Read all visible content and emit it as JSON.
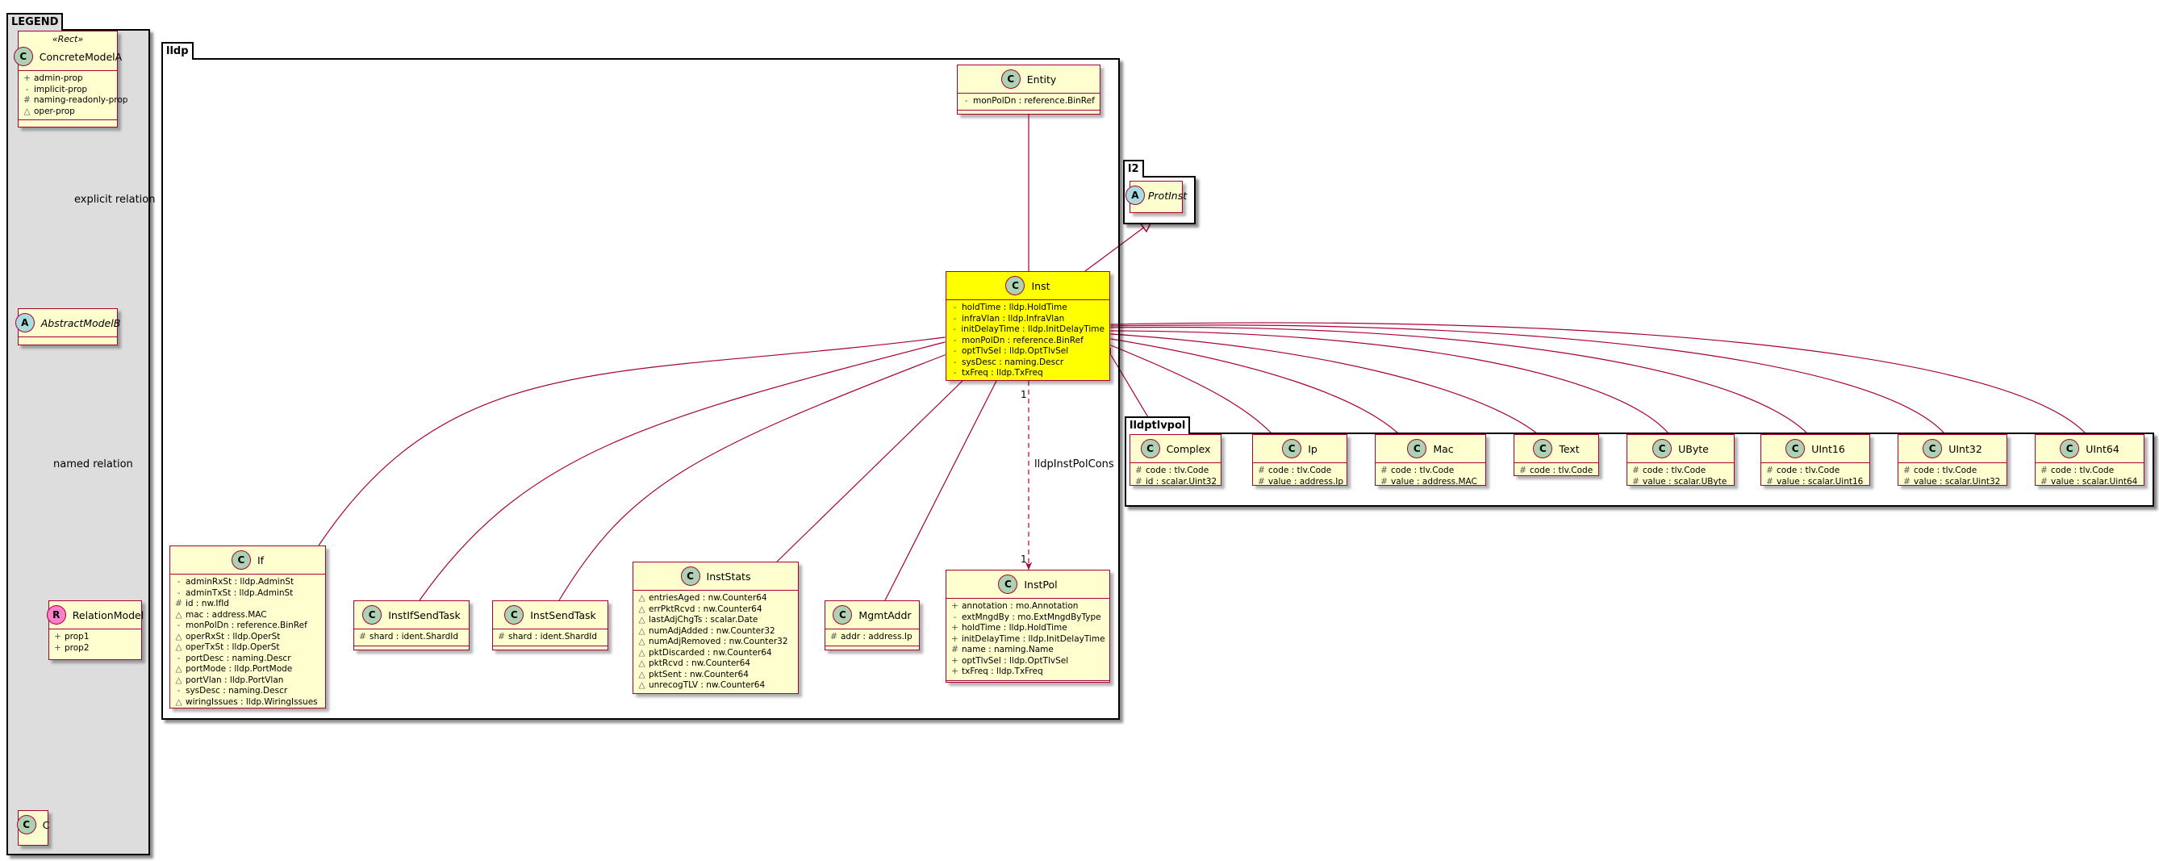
{
  "packages": {
    "legend": "LEGEND",
    "lldp": "lldp",
    "l2": "l2",
    "lldptlvpol": "lldptlvpol"
  },
  "legend": {
    "stereotype": "«Rect»",
    "concrete": {
      "name": "ConcreteModelA",
      "attrs": [
        {
          "vis": "+",
          "text": "admin-prop"
        },
        {
          "vis": "-",
          "text": "implicit-prop"
        },
        {
          "vis": "#",
          "text": "naming-readonly-prop"
        },
        {
          "vis": "△",
          "text": "oper-prop"
        }
      ]
    },
    "abstract": {
      "name": "AbstractModelB"
    },
    "relation": {
      "name": "RelationModel",
      "attrs": [
        {
          "vis": "+",
          "text": "prop1"
        },
        {
          "vis": "+",
          "text": "prop2"
        }
      ]
    },
    "c": {
      "name": "C"
    },
    "explicit_label": "explicit relation",
    "named_label": "named relation"
  },
  "entity": {
    "name": "Entity",
    "attrs": [
      {
        "vis": "-",
        "text": "monPolDn : reference.BinRef"
      }
    ]
  },
  "protinst": {
    "name": "ProtInst"
  },
  "inst": {
    "name": "Inst",
    "attrs": [
      {
        "vis": "-",
        "text": "holdTime : lldp.HoldTime"
      },
      {
        "vis": "-",
        "text": "infraVlan : lldp.InfraVlan"
      },
      {
        "vis": "-",
        "text": "initDelayTime : lldp.InitDelayTime"
      },
      {
        "vis": "-",
        "text": "monPolDn : reference.BinRef"
      },
      {
        "vis": "-",
        "text": "optTlvSel : lldp.OptTlvSel"
      },
      {
        "vis": "-",
        "text": "sysDesc : naming.Descr"
      },
      {
        "vis": "-",
        "text": "txFreq : lldp.TxFreq"
      }
    ]
  },
  "if": {
    "name": "If",
    "attrs": [
      {
        "vis": "-",
        "text": "adminRxSt : lldp.AdminSt"
      },
      {
        "vis": "-",
        "text": "adminTxSt : lldp.AdminSt"
      },
      {
        "vis": "#",
        "text": "id : nw.IfId"
      },
      {
        "vis": "△",
        "text": "mac : address.MAC"
      },
      {
        "vis": "-",
        "text": "monPolDn : reference.BinRef"
      },
      {
        "vis": "△",
        "text": "operRxSt : lldp.OperSt"
      },
      {
        "vis": "△",
        "text": "operTxSt : lldp.OperSt"
      },
      {
        "vis": "-",
        "text": "portDesc : naming.Descr"
      },
      {
        "vis": "△",
        "text": "portMode : lldp.PortMode"
      },
      {
        "vis": "△",
        "text": "portVlan : lldp.PortVlan"
      },
      {
        "vis": "-",
        "text": "sysDesc : naming.Descr"
      },
      {
        "vis": "△",
        "text": "wiringIssues : lldp.WiringIssues"
      }
    ]
  },
  "instifsendtask": {
    "name": "InstIfSendTask",
    "attrs": [
      {
        "vis": "#",
        "text": "shard : ident.ShardId"
      }
    ]
  },
  "instsendtask": {
    "name": "InstSendTask",
    "attrs": [
      {
        "vis": "#",
        "text": "shard : ident.ShardId"
      }
    ]
  },
  "inststats": {
    "name": "InstStats",
    "attrs": [
      {
        "vis": "△",
        "text": "entriesAged : nw.Counter64"
      },
      {
        "vis": "△",
        "text": "errPktRcvd : nw.Counter64"
      },
      {
        "vis": "△",
        "text": "lastAdjChgTs : scalar.Date"
      },
      {
        "vis": "△",
        "text": "numAdjAdded : nw.Counter32"
      },
      {
        "vis": "△",
        "text": "numAdjRemoved : nw.Counter32"
      },
      {
        "vis": "△",
        "text": "pktDiscarded : nw.Counter64"
      },
      {
        "vis": "△",
        "text": "pktRcvd : nw.Counter64"
      },
      {
        "vis": "△",
        "text": "pktSent : nw.Counter64"
      },
      {
        "vis": "△",
        "text": "unrecogTLV : nw.Counter64"
      }
    ]
  },
  "mgmtaddr": {
    "name": "MgmtAddr",
    "attrs": [
      {
        "vis": "#",
        "text": "addr : address.Ip"
      }
    ]
  },
  "instpol": {
    "name": "InstPol",
    "attrs": [
      {
        "vis": "+",
        "text": "annotation : mo.Annotation"
      },
      {
        "vis": "-",
        "text": "extMngdBy : mo.ExtMngdByType"
      },
      {
        "vis": "+",
        "text": "holdTime : lldp.HoldTime"
      },
      {
        "vis": "+",
        "text": "initDelayTime : lldp.InitDelayTime"
      },
      {
        "vis": "#",
        "text": "name : naming.Name"
      },
      {
        "vis": "+",
        "text": "optTlvSel : lldp.OptTlvSel"
      },
      {
        "vis": "+",
        "text": "txFreq : lldp.TxFreq"
      }
    ]
  },
  "relation": {
    "label": "lldpInstPolCons",
    "mult_src": "1",
    "mult_dst": "1"
  },
  "tlv": {
    "complex": {
      "name": "Complex",
      "attrs": [
        {
          "vis": "#",
          "text": "code : tlv.Code"
        },
        {
          "vis": "#",
          "text": "id : scalar.Uint32"
        }
      ]
    },
    "ip": {
      "name": "Ip",
      "attrs": [
        {
          "vis": "#",
          "text": "code : tlv.Code"
        },
        {
          "vis": "#",
          "text": "value : address.Ip"
        }
      ]
    },
    "mac": {
      "name": "Mac",
      "attrs": [
        {
          "vis": "#",
          "text": "code : tlv.Code"
        },
        {
          "vis": "#",
          "text": "value : address.MAC"
        }
      ]
    },
    "text": {
      "name": "Text",
      "attrs": [
        {
          "vis": "#",
          "text": "code : tlv.Code"
        }
      ]
    },
    "ubyte": {
      "name": "UByte",
      "attrs": [
        {
          "vis": "#",
          "text": "code : tlv.Code"
        },
        {
          "vis": "#",
          "text": "value : scalar.UByte"
        }
      ]
    },
    "uint16": {
      "name": "UInt16",
      "attrs": [
        {
          "vis": "#",
          "text": "code : tlv.Code"
        },
        {
          "vis": "#",
          "text": "value : scalar.Uint16"
        }
      ]
    },
    "uint32": {
      "name": "UInt32",
      "attrs": [
        {
          "vis": "#",
          "text": "code : tlv.Code"
        },
        {
          "vis": "#",
          "text": "value : scalar.Uint32"
        }
      ]
    },
    "uint64": {
      "name": "UInt64",
      "attrs": [
        {
          "vis": "#",
          "text": "code : tlv.Code"
        },
        {
          "vis": "#",
          "text": "value : scalar.Uint64"
        }
      ]
    }
  },
  "colors": {
    "border": "#a80036",
    "class_bg": "#fefece",
    "highlight": "#ffff00",
    "legend_bg": "#dddddd"
  }
}
